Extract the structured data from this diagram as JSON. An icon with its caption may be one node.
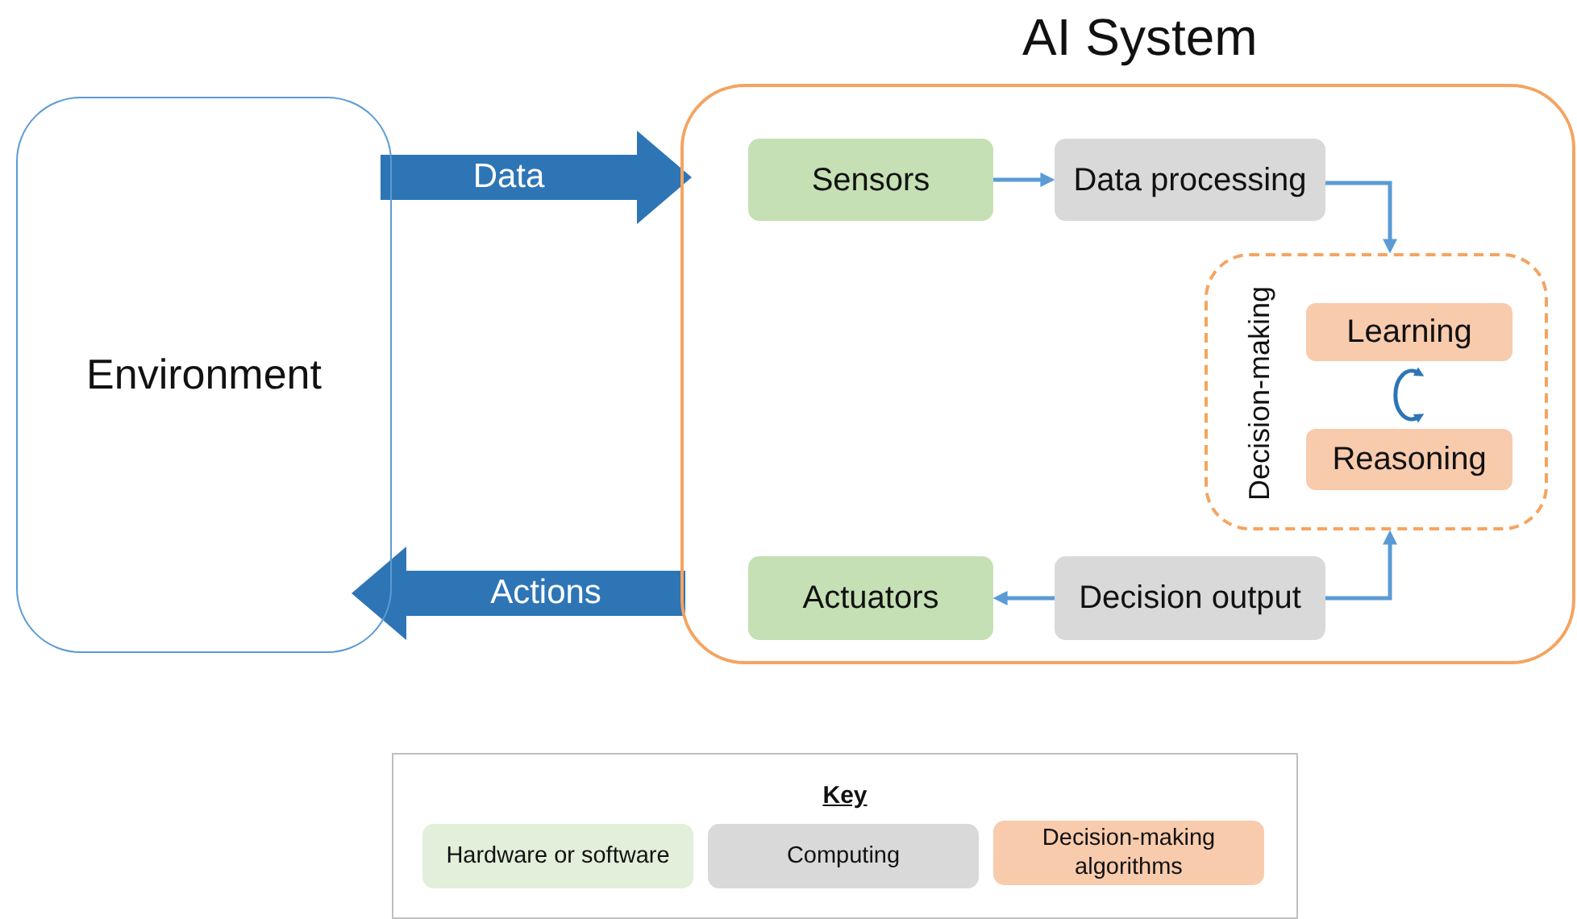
{
  "diagram": {
    "nodes": [
      {
        "text": [
          "Environment"
        ]
      },
      {
        "text": [
          "AI System"
        ]
      },
      {
        "text": [
          "Sensors"
        ],
        "in": 1
      },
      {
        "text": [
          "Data processing"
        ],
        "in": 1
      },
      {
        "text": [
          "Decision-making"
        ],
        "in": 1
      },
      {
        "text": [
          "Learning"
        ],
        "in": 4
      },
      {
        "text": [
          "Reasoning"
        ],
        "in": 4
      },
      {
        "text": [
          "Decision output"
        ],
        "in": 1
      },
      {
        "text": [
          "Actuators"
        ],
        "in": 1
      }
    ],
    "edges": [
      {
        "from": 0,
        "to": 1,
        "arrow": "to",
        "label": "Data",
        "style": "thick",
        "color": "#2e75b6"
      },
      {
        "from": 1,
        "to": 0,
        "arrow": "to",
        "label": "Actions",
        "style": "thick",
        "color": "#2e75b6"
      },
      {
        "from": 2,
        "to": 3,
        "arrow": "to"
      },
      {
        "from": 3,
        "to": 4,
        "arrow": "to"
      },
      {
        "from": 5,
        "to": 6,
        "arrow": "both",
        "color": "#2e75b6"
      },
      {
        "from": 7,
        "to": 4,
        "arrow": "to"
      },
      {
        "from": 7,
        "to": 8,
        "arrow": "to"
      }
    ],
    "labels": [
      "Key"
    ],
    "legend": [
      {
        "text": "Hardware or software",
        "color": "#e2efda"
      },
      {
        "text": "Computing",
        "color": "#d9d9d9"
      },
      {
        "text": "Decision-making algorithms",
        "color": "#f8cbad"
      }
    ]
  }
}
